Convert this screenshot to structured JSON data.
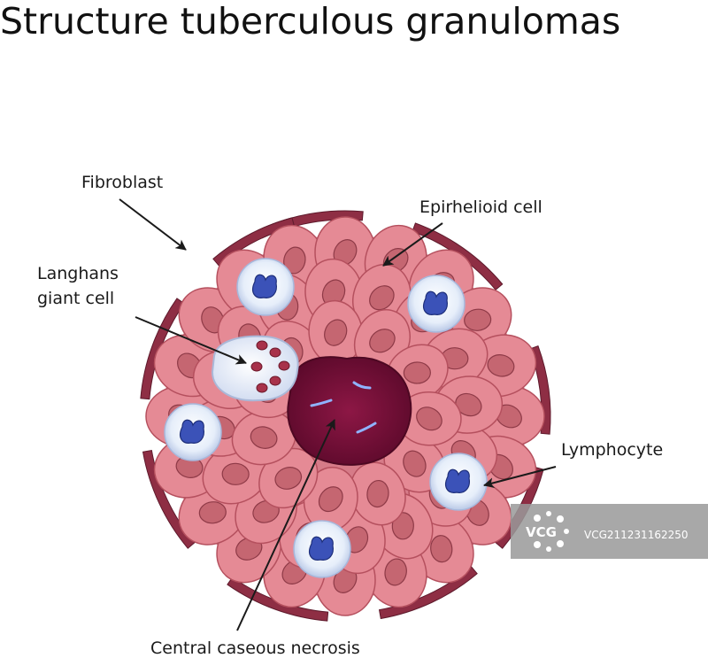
{
  "title": "Structure tuberculous granulomas",
  "labels": {
    "fibroblast": "Fibroblast",
    "epithelioid": "Epirhelioid cell",
    "langhans_line1": "Langhans",
    "langhans_line2": "giant cell",
    "lymphocyte": "Lymphocyte",
    "necrosis": "Central caseous necrosis"
  },
  "watermark": {
    "logo": "VCG",
    "id": "VCG211231162250"
  },
  "colors": {
    "cell_fill": "#e58a95",
    "cell_stroke": "#b5505e",
    "nucleus": "#c56671",
    "fibroblast": "#8e2e44",
    "necrosis": "#7a0f38",
    "lymph_fill": "#e8f0fb",
    "lymph_nucleus": "#3b52b8",
    "giant_nucleus": "#a8324a"
  }
}
